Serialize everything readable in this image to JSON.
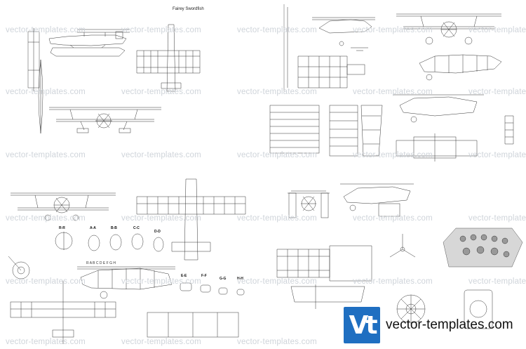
{
  "title": "Fairey Swordfish",
  "watermark": "vector-templates.com",
  "brand": {
    "logo_text": "Vt",
    "name": "vector-templates.com",
    "color": "#1f6fc1"
  },
  "sections": {
    "r": "R-R",
    "a": "A-A",
    "b": "B-B",
    "c": "C-C",
    "d": "D-D",
    "e": "E-E",
    "f": "F-F",
    "g": "G-G",
    "h": "H-H"
  },
  "station_letters": "R  A  B  C  D  E  F  G  H"
}
